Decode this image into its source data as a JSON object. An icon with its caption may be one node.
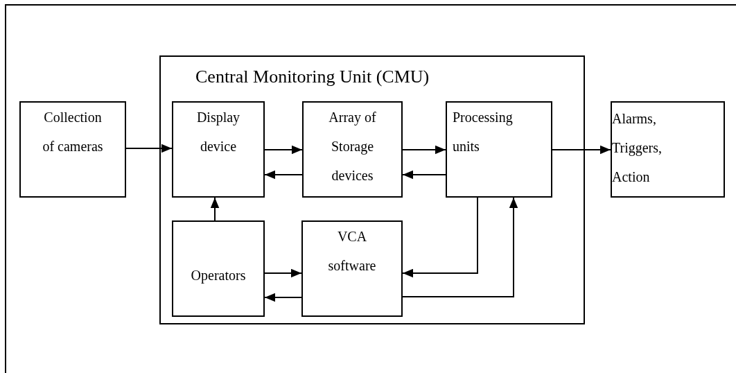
{
  "diagram": {
    "nodes": [
      {
        "text": [
          "Central Monitoring Unit (CMU)"
        ]
      },
      {
        "text": [
          "Collection of cameras"
        ]
      },
      {
        "text": [
          "Display device"
        ],
        "in": 0
      },
      {
        "text": [
          "Array of Storage devices"
        ],
        "in": 0
      },
      {
        "text": [
          "Processing units"
        ],
        "in": 0
      },
      {
        "text": [
          "Alarms, Triggers, Action"
        ]
      },
      {
        "text": [
          "Operators"
        ],
        "in": 0
      },
      {
        "text": [
          "VCA software"
        ],
        "in": 0
      }
    ],
    "edges": [
      {
        "from": 1,
        "to": 2,
        "arrow": "to"
      },
      {
        "from": 2,
        "to": 3,
        "arrow": "to"
      },
      {
        "from": 3,
        "to": 2,
        "arrow": "to"
      },
      {
        "from": 3,
        "to": 4,
        "arrow": "to"
      },
      {
        "from": 4,
        "to": 3,
        "arrow": "to"
      },
      {
        "from": 4,
        "to": 5,
        "arrow": "to"
      },
      {
        "from": 6,
        "to": 2,
        "arrow": "to"
      },
      {
        "from": 6,
        "to": 7,
        "arrow": "to"
      },
      {
        "from": 7,
        "to": 6,
        "arrow": "to"
      },
      {
        "from": 4,
        "to": 7,
        "arrow": "to"
      },
      {
        "from": 7,
        "to": 4,
        "arrow": "to"
      }
    ]
  }
}
